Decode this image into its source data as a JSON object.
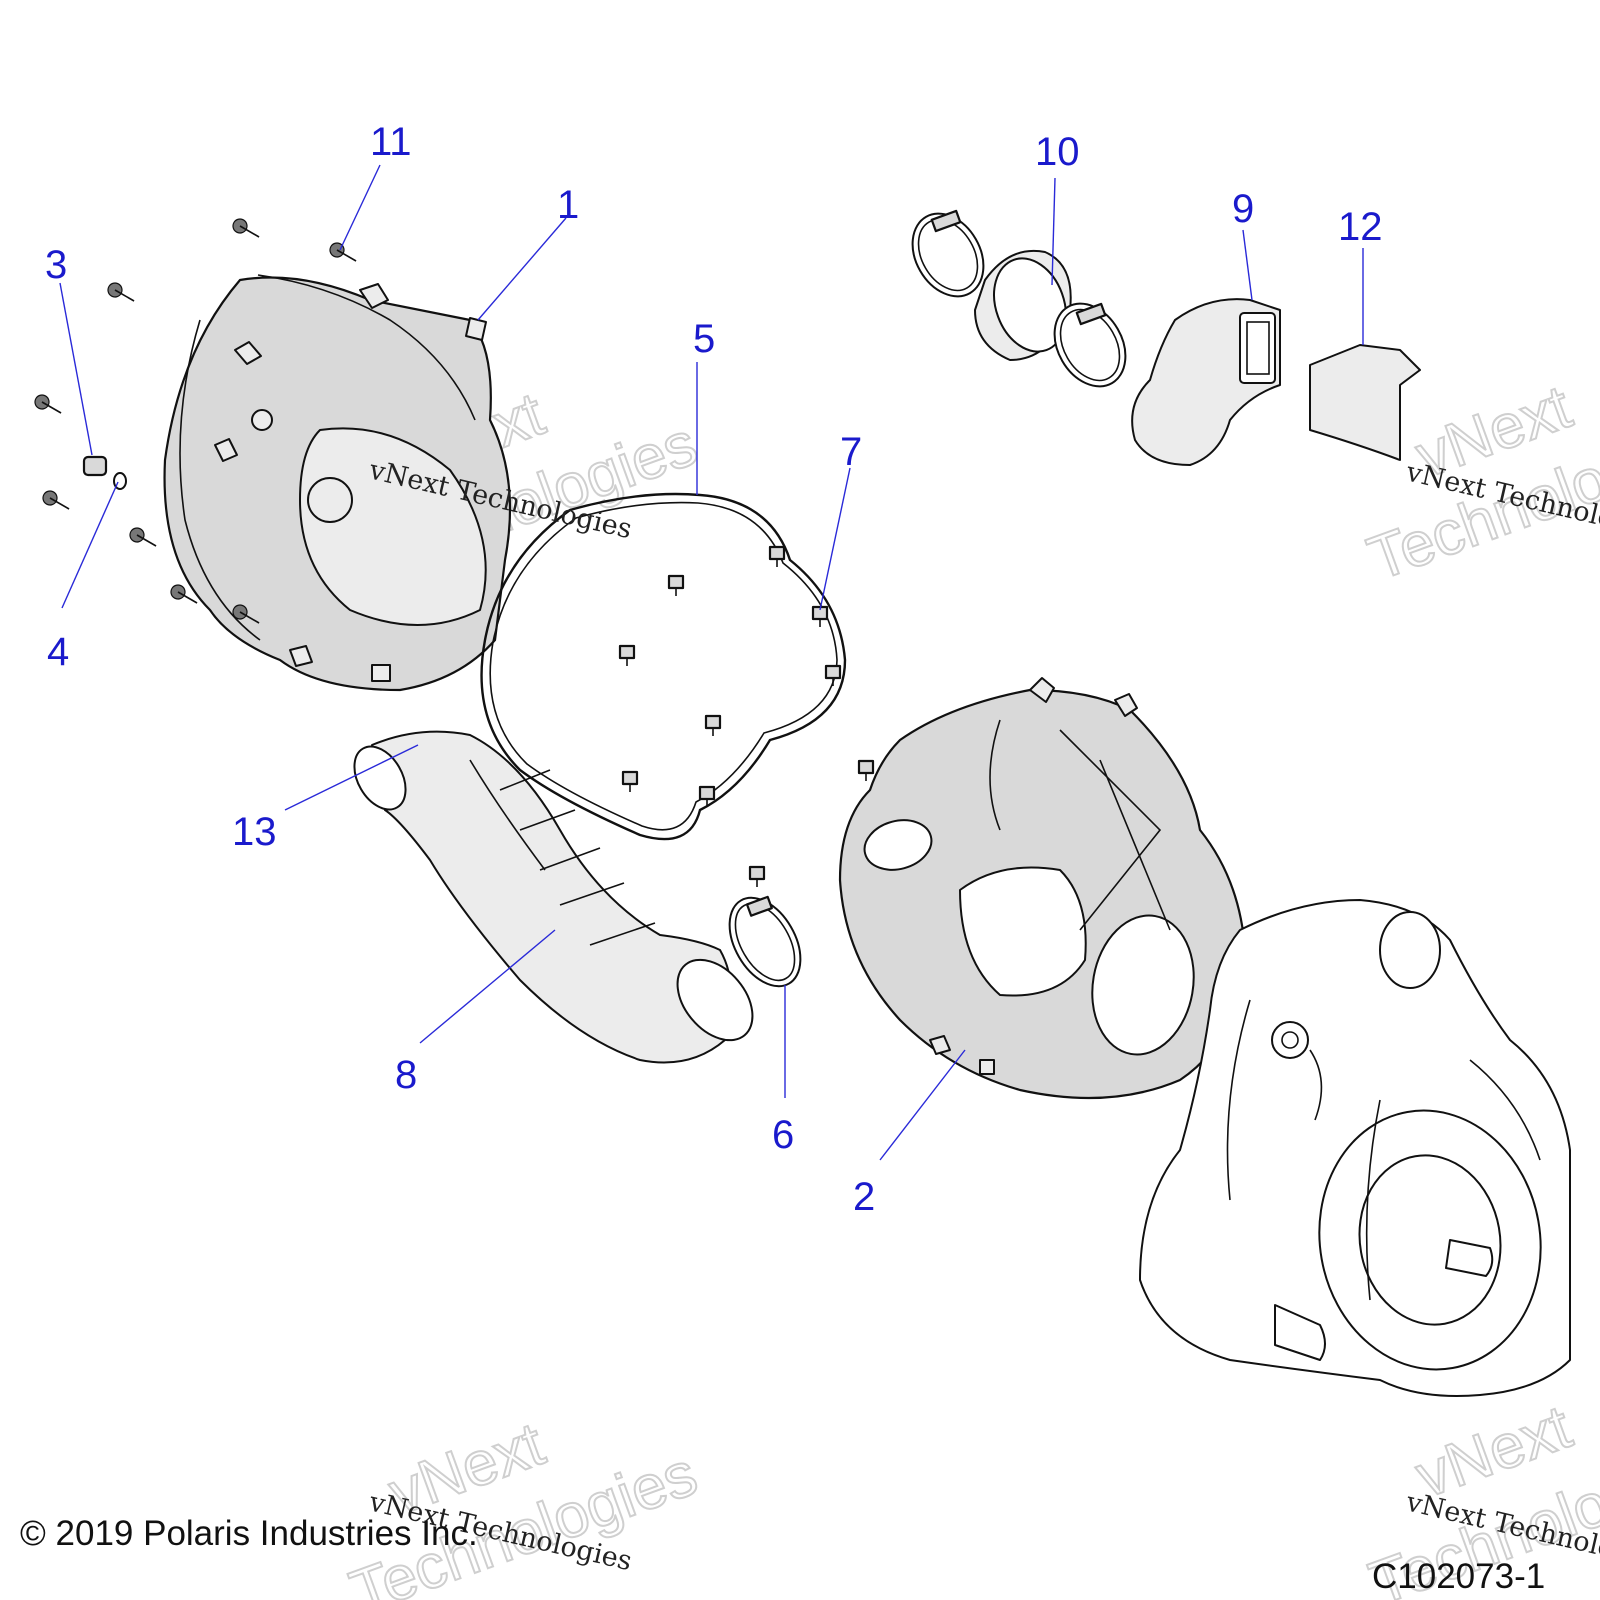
{
  "callouts": {
    "c1": "1",
    "c2": "2",
    "c3": "3",
    "c4": "4",
    "c5": "5",
    "c6": "6",
    "c7": "7",
    "c8": "8",
    "c9": "9",
    "c10": "10",
    "c11": "11",
    "c12": "12",
    "c13": "13"
  },
  "watermark": {
    "line_small": "vNext Technologies",
    "line_big_1": "vNext",
    "line_big_2": "Technologies"
  },
  "footer": {
    "copyright": "© 2019 Polaris Industries Inc.",
    "diagram_id": "C102073-1"
  },
  "colors": {
    "callout": "#1a1acc",
    "leader": "#2a2ad8",
    "part_fill": "#d9d9d9"
  }
}
